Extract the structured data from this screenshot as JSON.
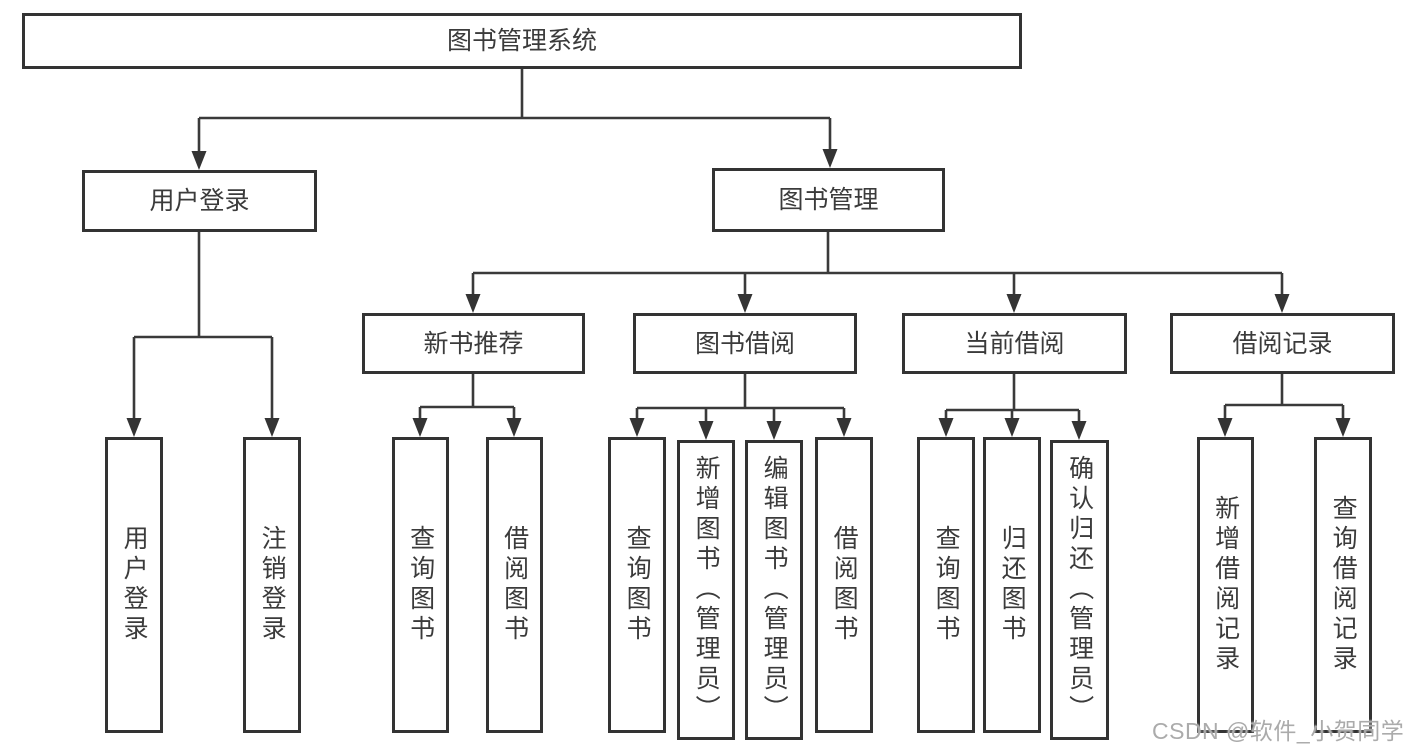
{
  "colors": {
    "line": "#3a3a3a",
    "box_border": "#333333",
    "text": "#3b3b3b",
    "background": "#ffffff",
    "watermark": "#ababab"
  },
  "watermark": {
    "text": "CSDN @软件_小贺同学"
  },
  "tree": {
    "label": "图书管理系统",
    "children": [
      {
        "label": "用户登录",
        "children": [
          {
            "label": "用户登录"
          },
          {
            "label": "注销登录"
          }
        ]
      },
      {
        "label": "图书管理",
        "children": [
          {
            "label": "新书推荐",
            "children": [
              {
                "label": "查询图书"
              },
              {
                "label": "借阅图书"
              }
            ]
          },
          {
            "label": "图书借阅",
            "children": [
              {
                "label": "查询图书"
              },
              {
                "label": "新增图书（管理员）"
              },
              {
                "label": "编辑图书（管理员）"
              },
              {
                "label": "借阅图书"
              }
            ]
          },
          {
            "label": "当前借阅",
            "children": [
              {
                "label": "查询图书"
              },
              {
                "label": "归还图书"
              },
              {
                "label": "确认归还（管理员）"
              }
            ]
          },
          {
            "label": "借阅记录",
            "children": [
              {
                "label": "新增借阅记录"
              },
              {
                "label": "查询借阅记录"
              }
            ]
          }
        ]
      }
    ]
  }
}
